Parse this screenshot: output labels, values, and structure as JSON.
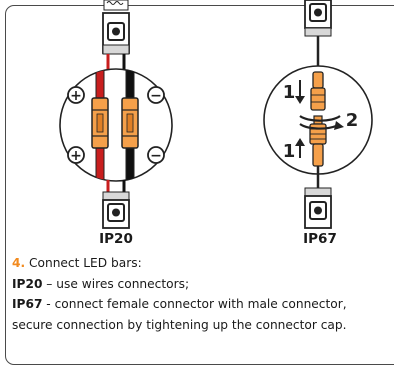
{
  "labels": {
    "ip20": "IP20",
    "ip67": "IP67"
  },
  "instructions": {
    "step_number": "4.",
    "step_title": " Connect LED bars:",
    "ip20_term": "IP20",
    "ip20_text": " – use wires connectors;",
    "ip67_term": "IP67",
    "ip67_text": " - connect female connector with male connector,",
    "ip67_text_cont": "secure connection by tightening up the connector cap."
  },
  "diagram": {
    "polarity_plus": "+",
    "polarity_minus": "−",
    "step_one": "1",
    "step_two": "2"
  },
  "colors": {
    "accent": "#f28a1e",
    "connector_orange": "#f5a04a",
    "wire_red": "#c81e1e",
    "wire_black": "#111111",
    "outline": "#222222"
  }
}
